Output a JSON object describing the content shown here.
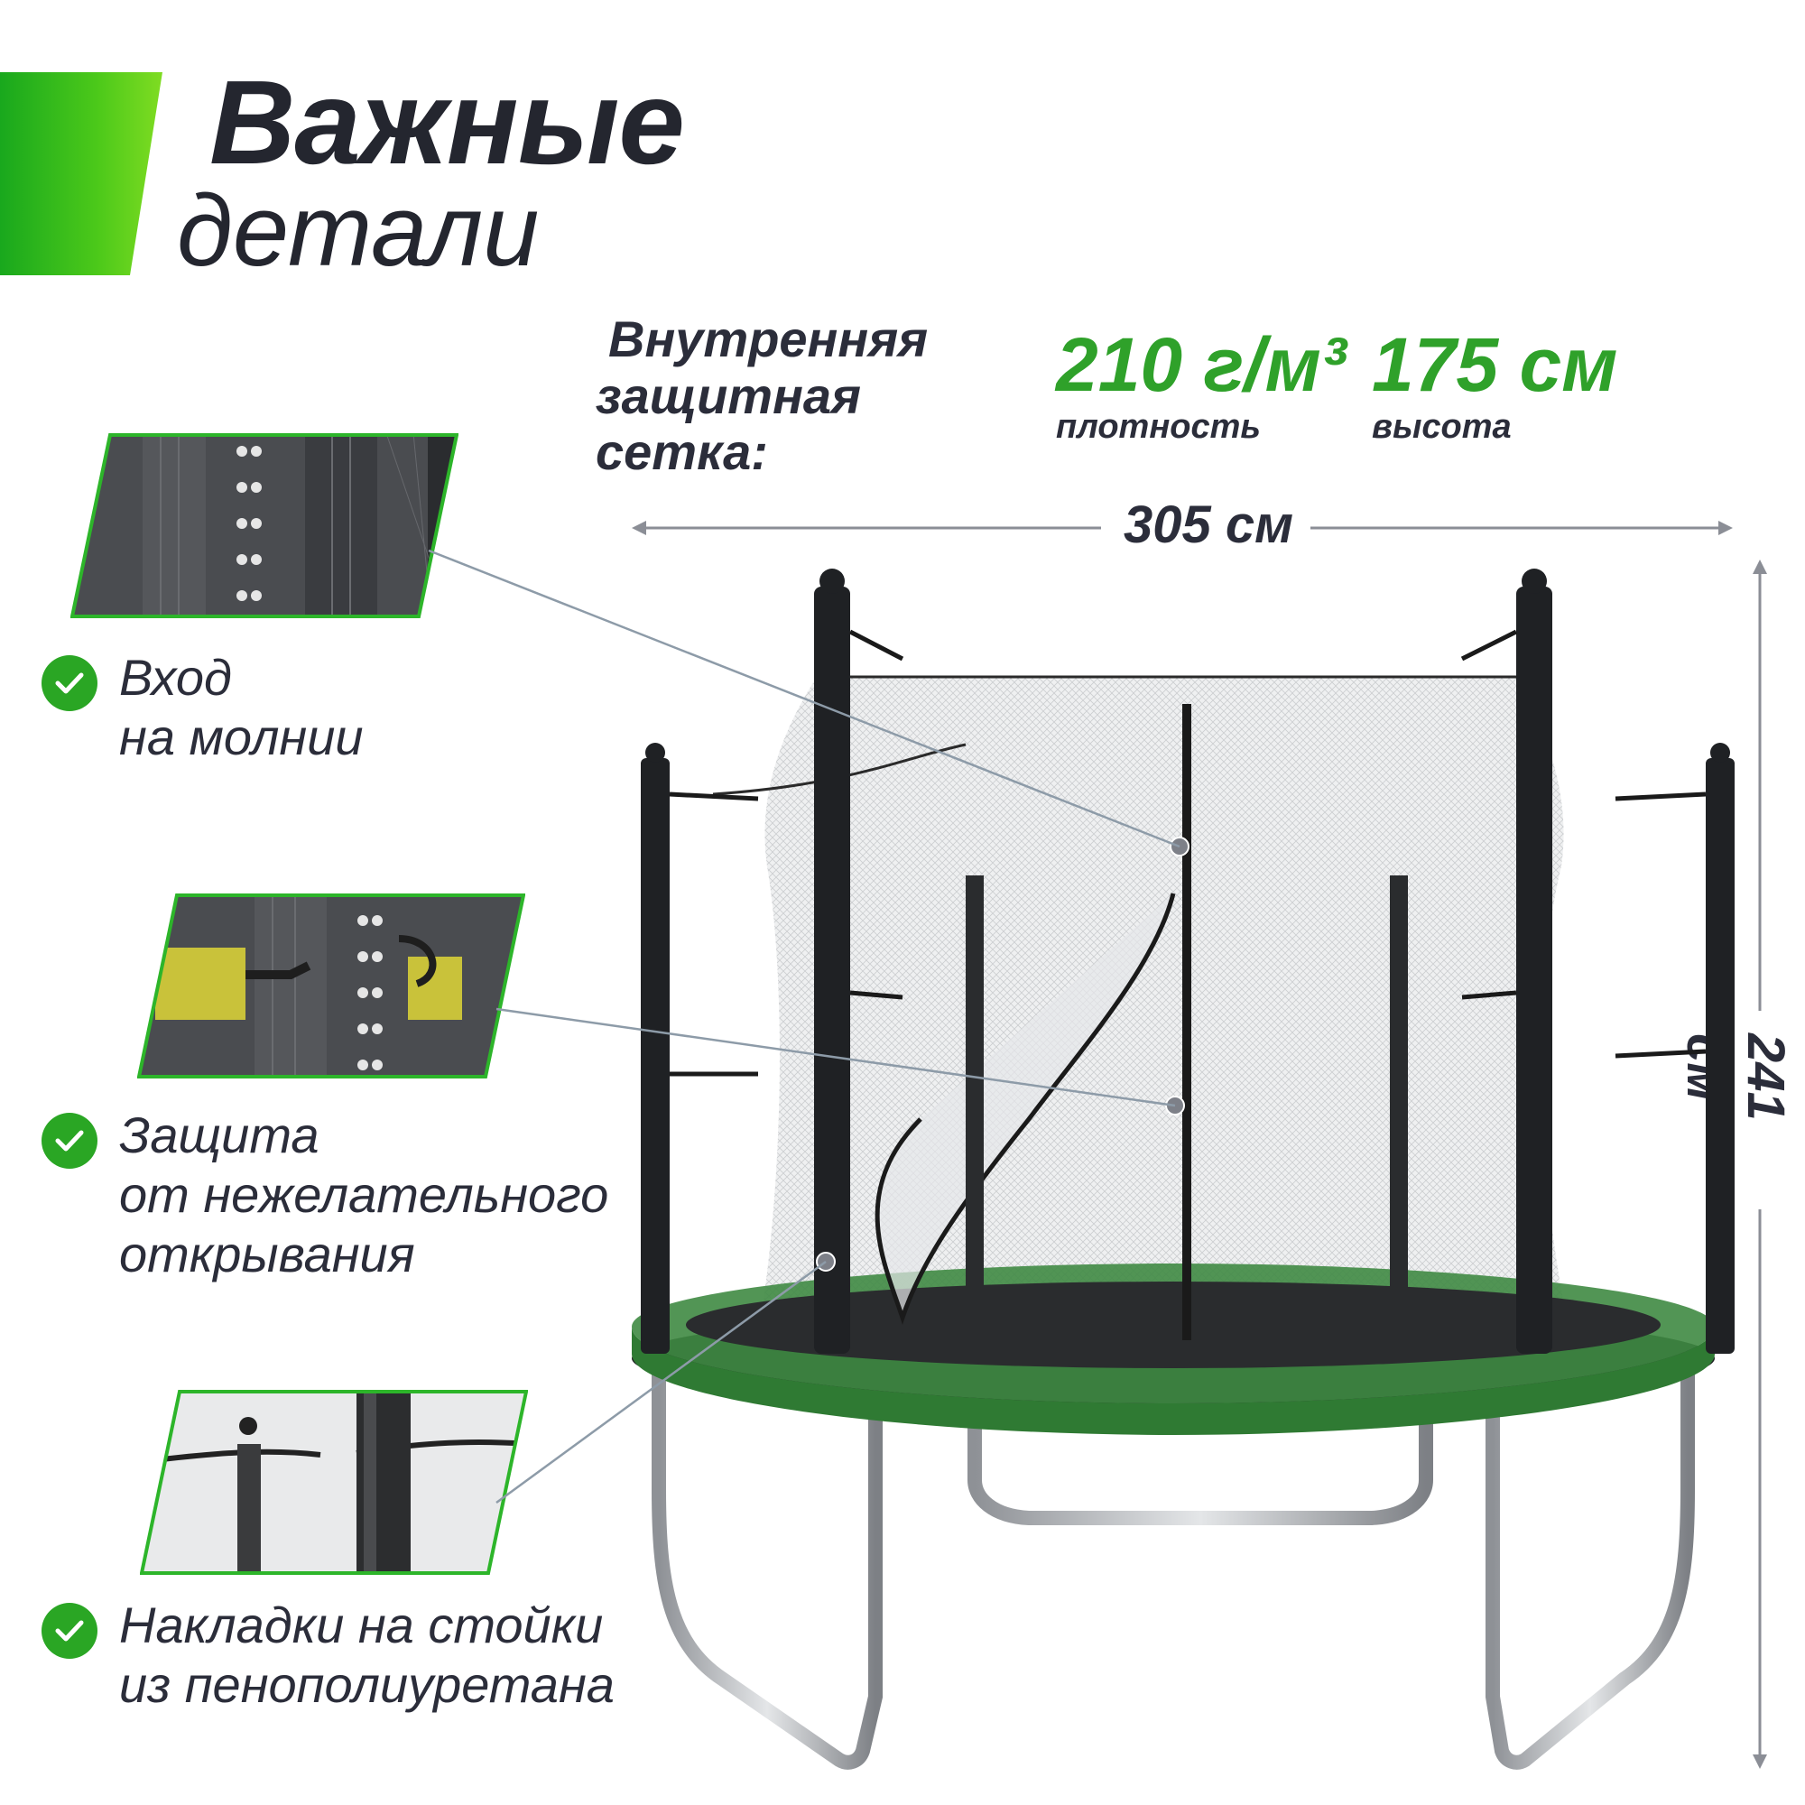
{
  "title": {
    "line1": "Важные",
    "line2": "детали"
  },
  "net": {
    "label_line1": "Внутренняя",
    "label_line2": "защитная сетка:",
    "density_value": "210 г/м³",
    "density_label": "плотность",
    "height_value": "175 см",
    "height_label": "высота"
  },
  "dimensions": {
    "width": "305 см",
    "height": "241 см"
  },
  "features": [
    {
      "line1": "Вход",
      "line2": "на молнии"
    },
    {
      "line1": "Защита",
      "line2": "от нежелательного",
      "line3": "открывания"
    },
    {
      "line1": "Накладки на стойки",
      "line2": "из пенополиуретана"
    }
  ],
  "colors": {
    "accent_green": "#2fa12a",
    "check_green": "#2aa624",
    "frame_green": "#2f7a33",
    "text_dark": "#2b2d3a",
    "pole_black": "#1f2124"
  }
}
